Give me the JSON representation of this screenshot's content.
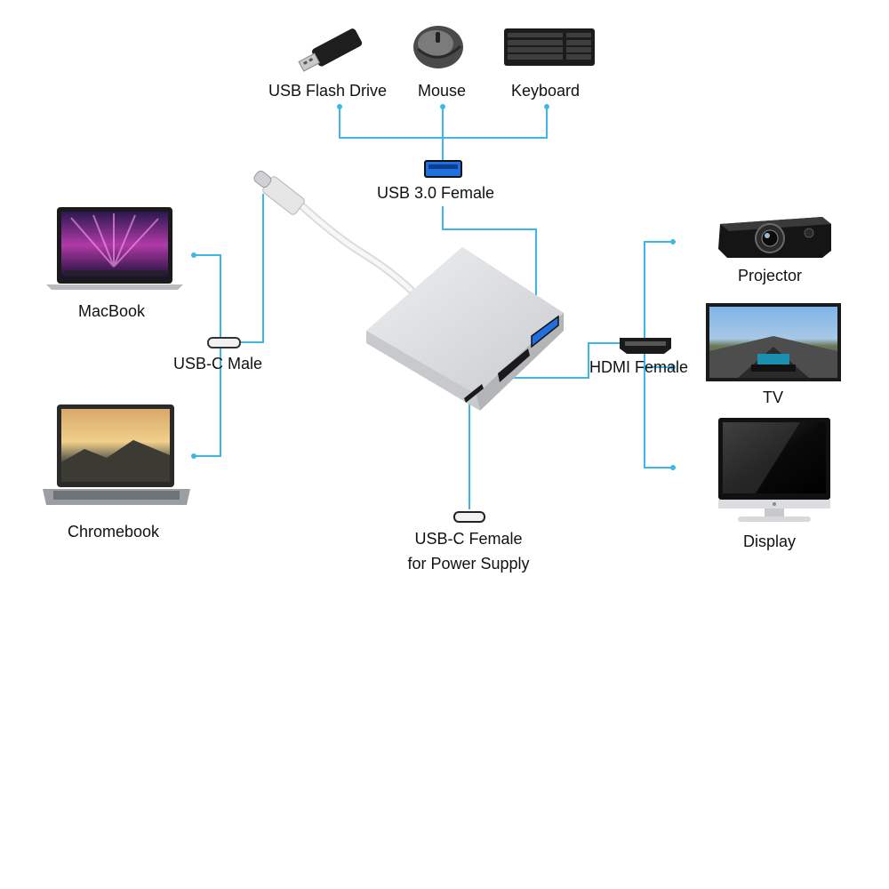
{
  "colors": {
    "connector_line": "#3db8e6",
    "adapter_body": "#d9dadd",
    "port_dark": "#1a1a1a",
    "text": "#111111"
  },
  "labels": {
    "usb_flash_drive": "USB Flash Drive",
    "mouse": "Mouse",
    "keyboard": "Keyboard",
    "usb3_female": "USB 3.0 Female",
    "macbook": "MacBook",
    "usbc_male": "USB-C Male",
    "chromebook": "Chromebook",
    "projector": "Projector",
    "hdmi_female": "HDMI Female",
    "tv": "TV",
    "display": "Display",
    "usbc_female_line1": "USB-C Female",
    "usbc_female_line2": "for Power Supply"
  },
  "icons": [
    "usb-flash-drive-icon",
    "mouse-icon",
    "keyboard-icon",
    "macbook-icon",
    "chromebook-icon",
    "projector-icon",
    "tv-icon",
    "display-icon",
    "adapter-hub-icon"
  ]
}
